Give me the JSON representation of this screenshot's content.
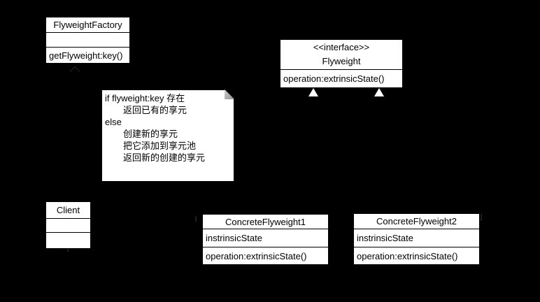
{
  "colors": {
    "background": "#000000",
    "box_fill": "#ffffff",
    "box_border": "#000000",
    "text": "#000000",
    "note_fold": "#a8a8a8",
    "realization_arrow_fill": "#ffffff"
  },
  "flyweight_factory": {
    "title": "FlyweightFactory",
    "method": "getFlyweight:key()"
  },
  "flyweight_interface": {
    "stereotype": "<<interface>>",
    "name": "Flyweight",
    "method": "operation:extrinsicState()"
  },
  "note": {
    "lines": [
      "if flyweight:key 存在",
      "返回已有的享元",
      "else",
      "创建新的享元",
      "把它添加到享元池",
      "返回新的创建的享元"
    ]
  },
  "client": {
    "title": "Client"
  },
  "concrete_flyweight_1": {
    "title": "ConcreteFlyweight1",
    "attribute": "instrinsicState",
    "method": "operation:extrinsicState()"
  },
  "concrete_flyweight_2": {
    "title": "ConcreteFlyweight2",
    "attribute": "instrinsicState",
    "method": "operation:extrinsicState()"
  }
}
